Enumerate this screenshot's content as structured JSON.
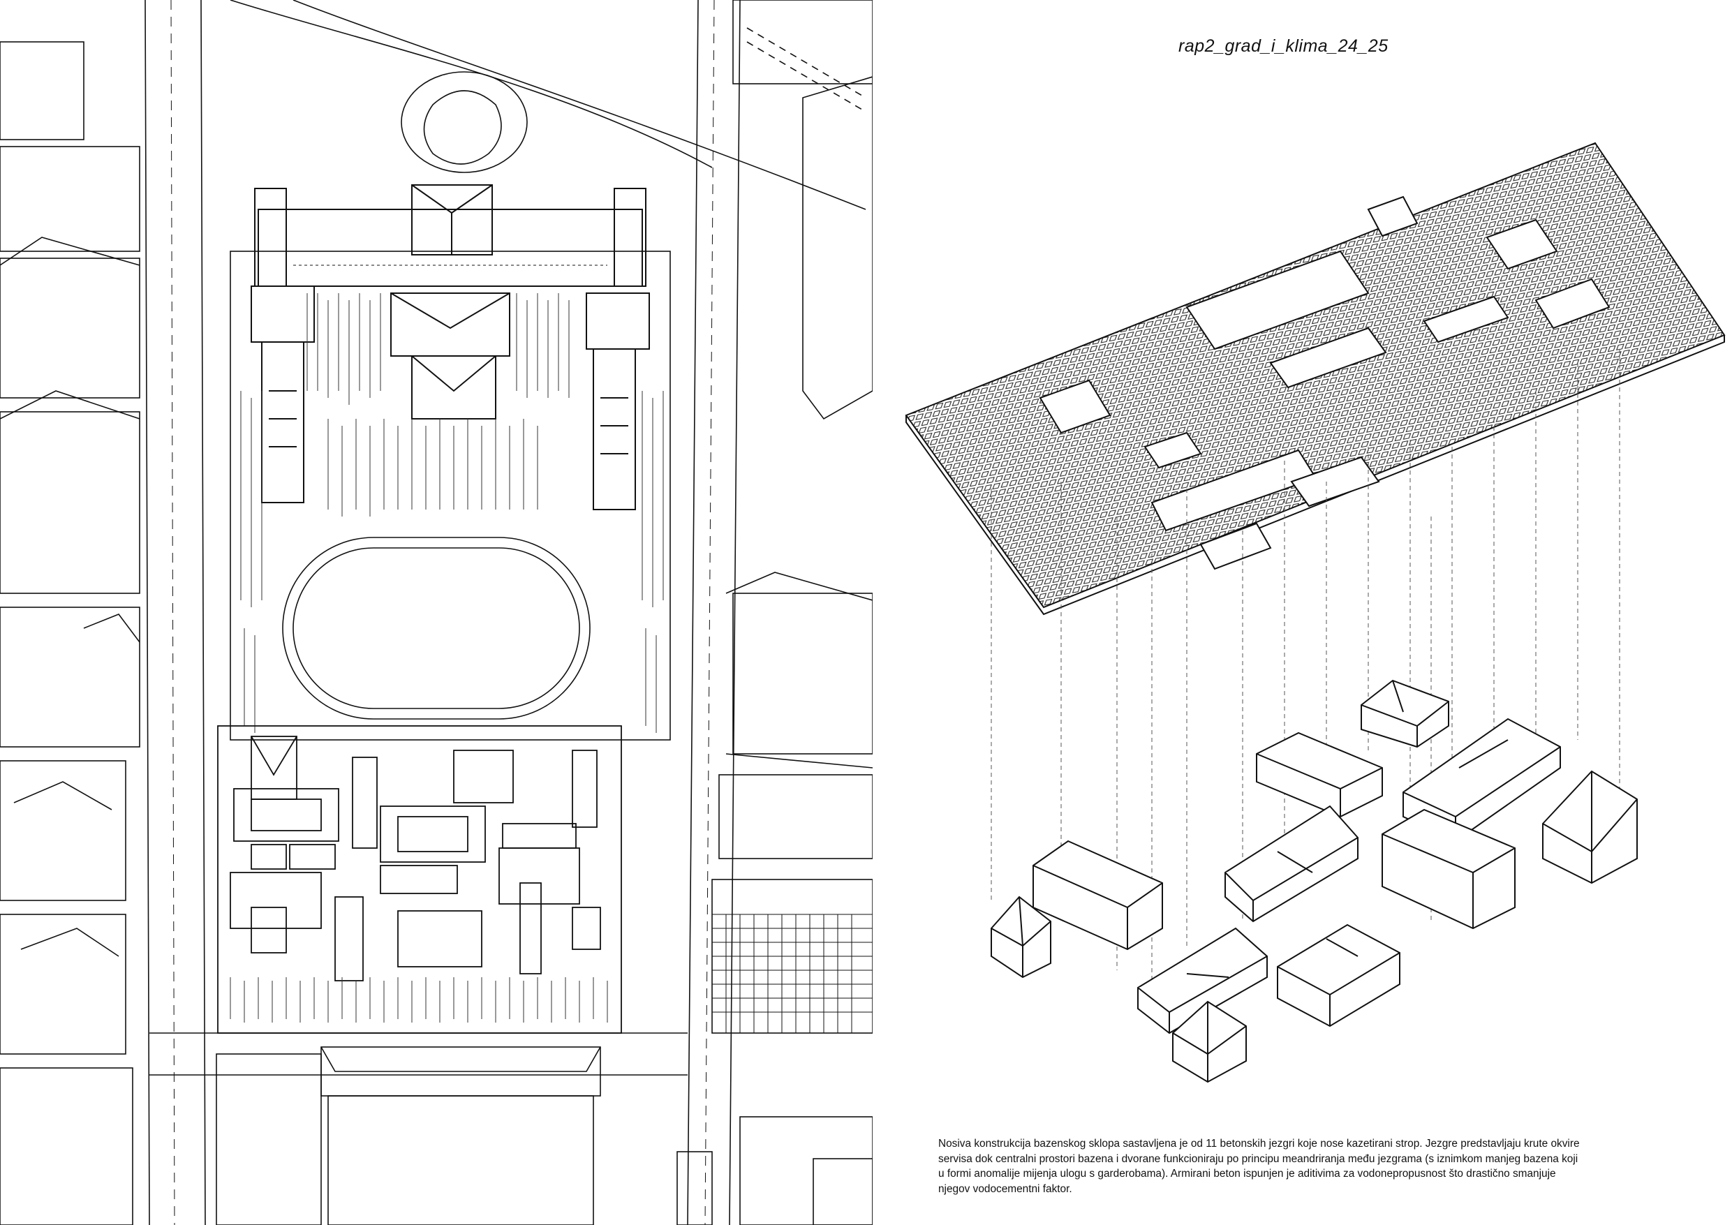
{
  "title": "rap2_grad_i_klima_24_25",
  "caption_lines": [
    "Nosiva konstrukcija bazenskog sklopa sastavljena je od 11 betonskih jezgri koje nose kazetirani strop. Jezgre predstavljaju krute okvire",
    "servisa dok centralni prostori bazena i dvorane funkcioniraju po principu meandriranja među jezgrama (s iznimkom manjeg bazena koji",
    "u formi anomalije mijenja ulogu s garderobama). Armirani beton ispunjen je aditivima za vodonepropusnost što drastično smanjuje",
    "njegov vodocementni faktor."
  ],
  "diagram": {
    "core_count": 11,
    "line_color": "#111111",
    "background": "#ffffff"
  }
}
